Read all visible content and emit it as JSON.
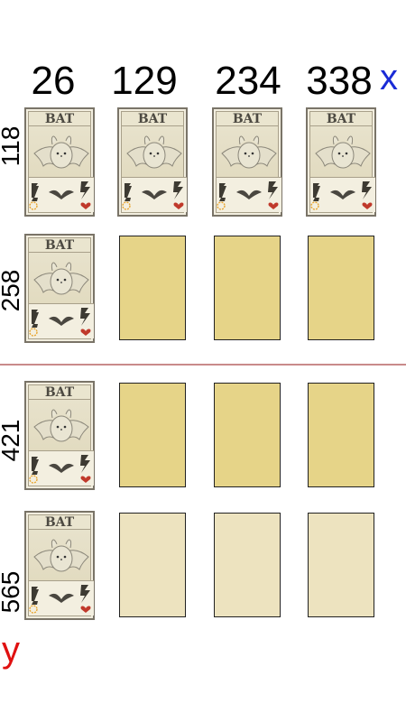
{
  "axes": {
    "x_marker": "x",
    "y_marker": "y",
    "columns": [
      "26",
      "129",
      "234",
      "338"
    ],
    "rows": [
      "118",
      "258",
      "421",
      "565"
    ]
  },
  "card": {
    "name": "BAT",
    "icons": [
      "bat-portrait-icon",
      "attack-glyph-icon",
      "wing-sigil-icon",
      "health-glyph-icon",
      "heart-icon"
    ]
  },
  "board": [
    [
      "card",
      "card",
      "card",
      "card"
    ],
    [
      "card",
      "gold",
      "gold",
      "gold"
    ],
    [
      "card",
      "gold",
      "gold",
      "gold"
    ],
    [
      "card",
      "pale",
      "pale",
      "pale"
    ]
  ],
  "colors": {
    "x_marker": "#1a2bd6",
    "y_marker": "#e01010",
    "divider": "#c98a8a",
    "slot_gold": "#e6d488",
    "slot_pale": "#ede3bf"
  }
}
